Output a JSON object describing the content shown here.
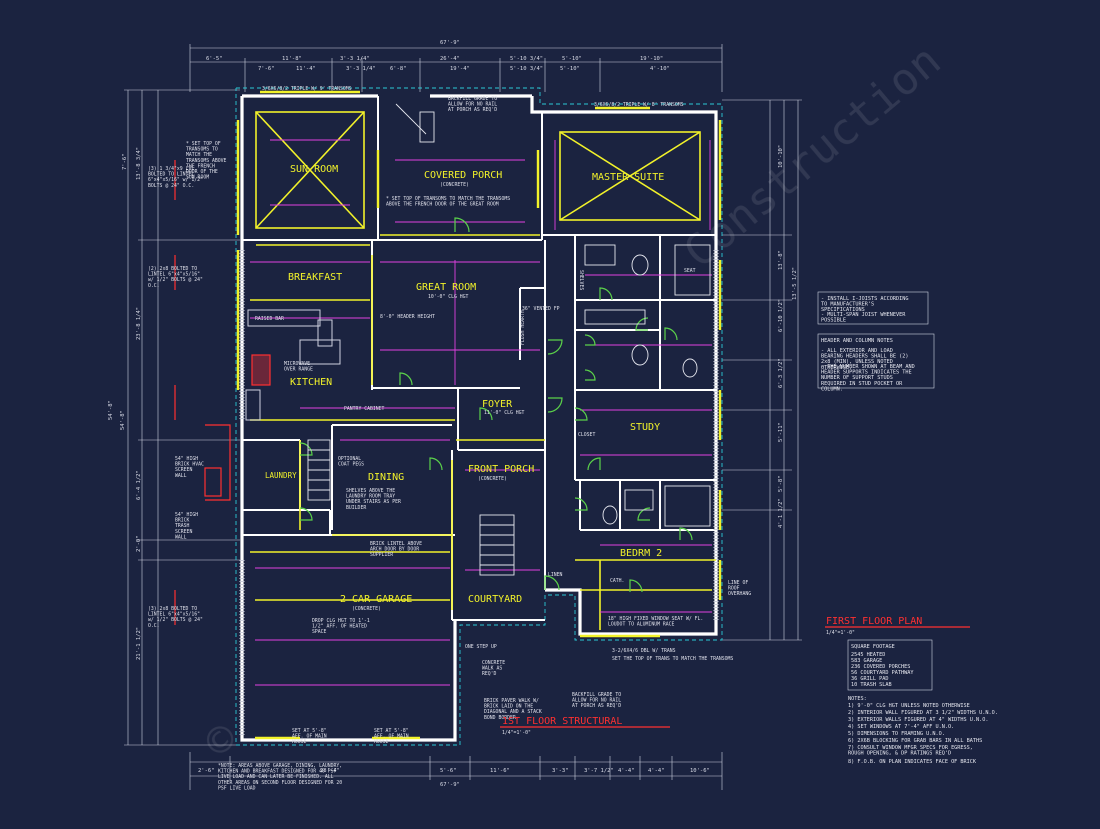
{
  "plan": {
    "title": "FIRST FLOOR PLAN",
    "scale": "1/4\"=1'-0\"",
    "structural_title": "1ST FLOOR STRUCTURAL",
    "structural_scale": "1/4\"=1'-0\"",
    "overall_width": "67'-9\"",
    "overall_depth": "54'-8\""
  },
  "rooms": {
    "sun_room": "SUN ROOM",
    "covered_porch": "COVERED PORCH",
    "covered_porch_sub": "(CONCRETE)",
    "master_suite": "MASTER SUITE",
    "breakfast": "BREAKFAST",
    "great_room": "GREAT ROOM",
    "great_room_sub": "10'-0\" CLG HGT",
    "kitchen": "KITCHEN",
    "foyer": "FOYER",
    "foyer_sub": "11'-0\" CLG HGT",
    "dining": "DINING",
    "front_porch": "FRONT PORCH",
    "front_porch_sub": "(CONCRETE)",
    "laundry": "LAUNDRY",
    "study": "STUDY",
    "bedrm": "BEDRM 2",
    "garage": "2 CAR GARAGE",
    "garage_sub": "(CONCRETE)",
    "courtyard": "COURTYARD",
    "pantry": "PANTRY CABINET",
    "linen": "LINEN",
    "closet": "CLOSET",
    "shelves": "SHELVES",
    "seat": "SEAT",
    "cath": "CATH."
  },
  "notes": {
    "transoms_sun": "* SET TOP OF TRANSOMS TO MATCH THE TRANSOMS ABOVE THE FRENCH DOOR OF THE SUN ROOM",
    "transoms_porch": "* SET TOP OF TRANSOMS TO MATCH THE TRANSOMS ABOVE THE FRENCH DOOR OF THE GREAT ROOM",
    "triple_transoms_top": "3/6X6/8/2 TRIPLE W/ 9' TRANSOMS",
    "triple_transoms_master": "3/6X6/8/2 TRIPLE W/ 8' TRANSOMS",
    "hvac_wall": "54\" HIGH BRICK HVAC SCREEN WALL",
    "trash_wall": "54\" HIGH BRICK TRASH SCREEN WALL",
    "raised_bar": "RAISED BAR",
    "header_height": "8'-0\" HEADER HEIGHT",
    "flush_hearth": "FLUSH HEARTH",
    "vented": "36\" VENTED FP",
    "microwave": "MICROWAVE OVER RANGE",
    "coat_pegs": "OPTIONAL COAT PEGS",
    "shelves_laundry": "SHELVES ABOVE THE LAUNDRY ROOM TRAY UNDER STAIRS AS PER BUILDER",
    "brick_lintel": "BRICK LINTEL ABOVE ARCH DOOR BY DOOR SUPPLIER",
    "drop_clg": "DROP CLG HGT TO 1'-1 1/2\" AFF. OF HEATED SPACE",
    "one_step_up": "ONE STEP UP",
    "concrete_walk": "CONCRETE WALK AS REQ'D",
    "brick_paver": "BRICK PAVER WALK W/ BRICK LAID ON THE DIAGONAL AND A STACK BOND BORDER",
    "backfill_top": "BACKFILL GRADE TO ALLOW FOR NO RAIL AT PORCH AS REQ'D",
    "backfill_bottom": "BACKFILL GRADE TO ALLOW FOR NO RAIL AT PORCH AS REQ'D",
    "set_main_house_1": "SET AT 5'-8\" AFF. OF MAIN HOUSE",
    "set_main_house_2": "SET AT 5'-8\" AFF. OF MAIN HOUSE",
    "roof_overhang": "LINE OF ROOF OVERHANG",
    "high_fixed_window": "18\" HIGH FIXED WINDOW SEAT W/ FL. LOUDOT TO ALUMINUM RACE",
    "match_trans": "SET THE TOP OF TRANS TO MATCH THE TRANSOMS",
    "triple_dbl_hung": "3-2/6X4/6 DBL W/ TRANS",
    "bottom_note": "*NOTE: AREAS ABOVE GARAGE, DINING, LAUNDRY, KITCHEN AND BREAKFAST DESIGNED FOR 40 PSF LIVE LOAD AND CAN LATER BE FINISHED. ALL OTHER AREAS ON SECOND FLOOR DESIGNED FOR 20 PSF LIVE LOAD",
    "lvl_left_1": "(3) 2x8 BOLTED TO LINTEL 6\"x4\"x5/16\" w/ 1/2\" BOLTS @ 24\" O.C.",
    "lvl_left_2": "(2) 2x8 BOLTED TO LINTEL 6\"x4\"x5/16\" w/ 1/2\" BOLTS @ 24\" O.C.",
    "lvl_left_3": "(3) 1 3/4\"x9 LVL BOLTED TO LINTEL 6\"x4\"x5/16\" w/ 1/2\" BOLTS @ 24\" O.C."
  },
  "right_notes": {
    "joist_notes": [
      "- INSTALL I-JOISTS ACCORDING TO MANUFACTURER'S SPECIFICATIONS",
      "- MULTI-SPAN JOIST WHENEVER POSSIBLE"
    ],
    "header_title": "HEADER AND COLUMN NOTES",
    "header_notes": [
      "- ALL EXTERIOR AND LOAD BEARING HEADERS SHALL BE (2) 2x8 (MIN), UNLESS NOTED OTHERWISE.",
      "- THE NUMBER SHOWN AT BEAM AND HEADER SUPPORTS INDICATES THE NUMBER OF SUPPORT STUDS REQUIRED IN STUD POCKET OR COLUMN."
    ]
  },
  "square_footage": {
    "title": "SQUARE FOOTAGE",
    "rows": [
      "2545 HEATED",
      "583 GARAGE",
      "236 COVERED PORCHES",
      "56 COURTYARD PATHWAY",
      "36 GRILL PAD",
      "10 TRASH SLAB"
    ]
  },
  "general_notes": {
    "title": "NOTES:",
    "items": [
      "1) 9'-0\" CLG HGT UNLESS NOTED OTHERWISE",
      "2) INTERIOR WALL FIGURED AT 3 1/2\" WIDTHS U.N.O.",
      "3) EXTERIOR WALLS FIGURED AT 4\" WIDTHS U.N.O.",
      "4) SET WINDOWS AT 7'-4\" AFF U.N.O.",
      "5) DIMENSIONS TO FRAMING U.N.O.",
      "6) 2X6B BLOCKING FOR GRAB BARS IN ALL BATHS",
      "7) CONSULT WINDOW MFGR SPECS FOR EGRESS, ROUGH OPENING, & DP RATINGS REQ'D",
      "8) F.O.B. ON PLAN INDICATES FACE OF BRICK"
    ]
  },
  "dims_top": [
    "6'-5\"",
    "11'-8\"",
    "3'-3 1/4\"",
    "26'-4\"",
    "5'-10 3/4\"",
    "5'-10\"",
    "19'-10\""
  ],
  "dims_top2": [
    "7'-6\"",
    "11'-4\"",
    "3'-3 1/4\"",
    "6'-8\"",
    "19'-4\"",
    "5'-10 3/4\"",
    "5'-10\"",
    "4'-10\""
  ],
  "dims_bottom": [
    "2'-6\"",
    "28'-4\"",
    "5'-6\"",
    "11'-6\"",
    "3'-3\"",
    "3'-7 1/2\"",
    "4'-4\"",
    "4'-4\"",
    "10'-6\""
  ],
  "dims_left": [
    "7'-6\"",
    "13'-8 3/4\"",
    "23'-8 1/4\"",
    "6'-4 1/2\"",
    "2'-0\"",
    "21'-1 1/2\"",
    "54'-8\""
  ],
  "dims_right": [
    "10'-10\"",
    "13'-8\"",
    "6'-10 1/2\"",
    "6'-3 1/2\"",
    "5'-11\"",
    "5'-8\"",
    "4'-1 1/2\"",
    "13'-5 1/2\""
  ],
  "colors": {
    "background": "#1b2340",
    "wall": "#ffffff",
    "yellow": "#f2f22a",
    "magenta": "#e040e0",
    "cyan": "#2bc9d6",
    "red": "#ff3030",
    "green": "#5bd24a"
  }
}
